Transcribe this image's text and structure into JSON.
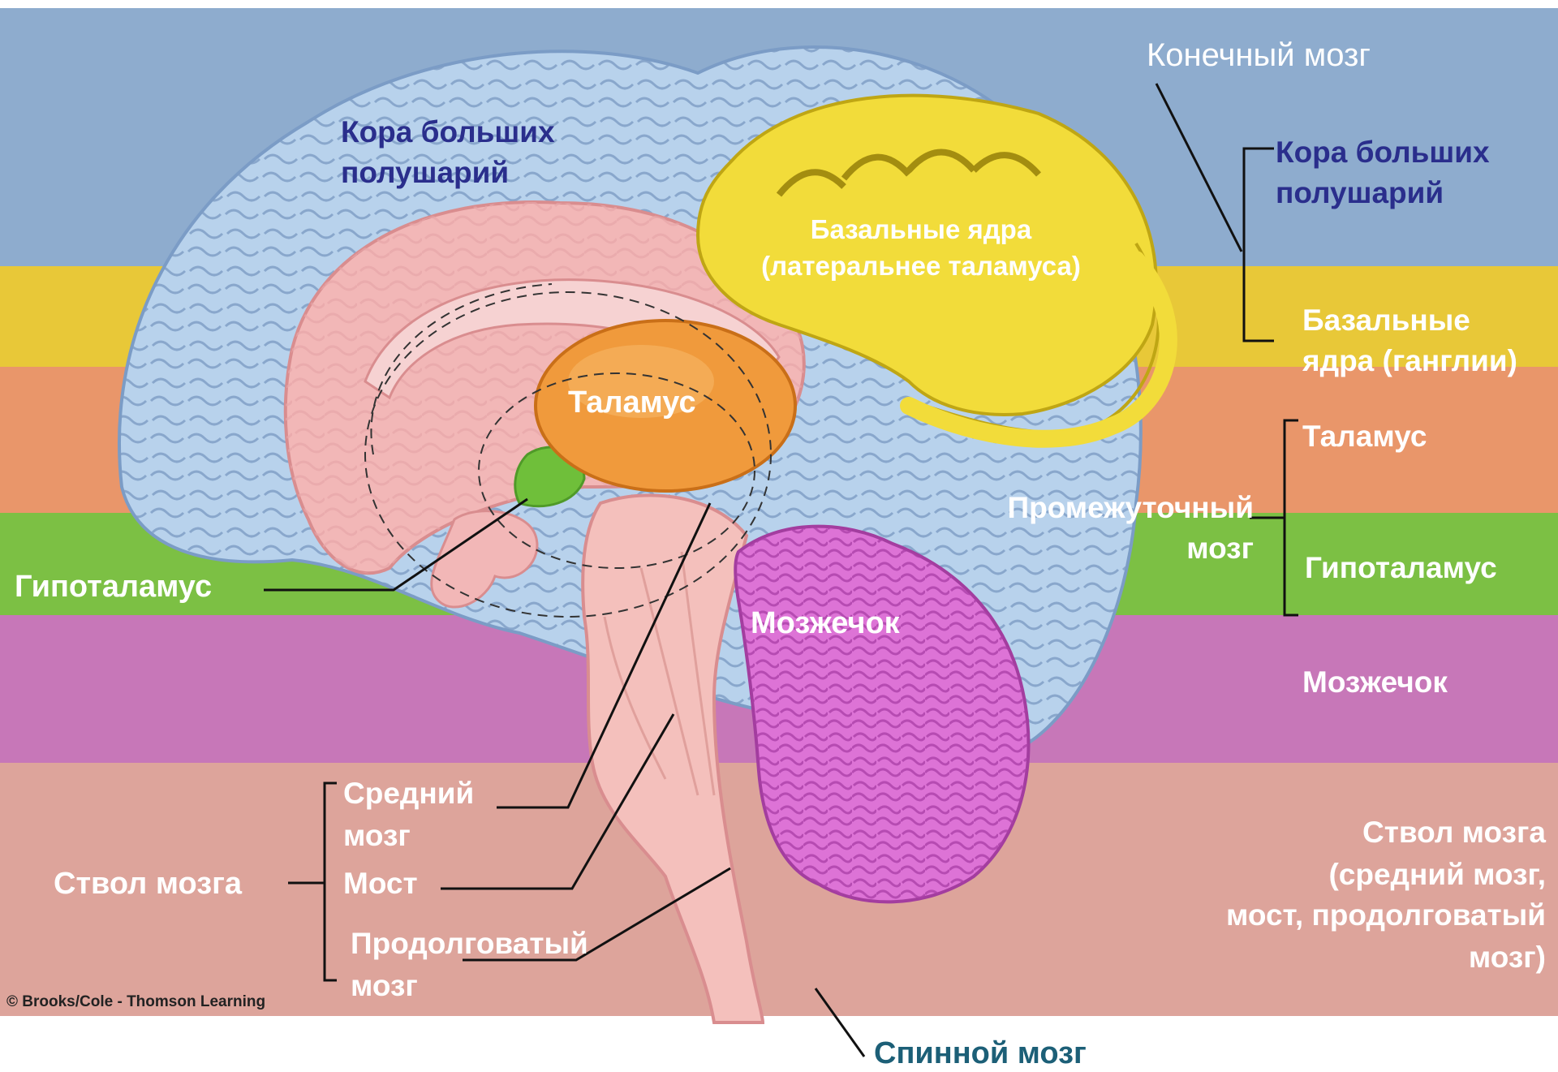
{
  "colors": {
    "band_cortex": "#8eacce",
    "band_basal": "#e8c838",
    "band_thalamus": "#e9966a",
    "band_hypothalamus": "#7cc044",
    "band_cerebellum": "#c777b8",
    "band_brainstem": "#dda49b",
    "label_navy": "#2a2e8c",
    "label_teal": "#1c5f77"
  },
  "labels": {
    "telencephalon": "Конечный мозг",
    "right_cortex_1": "Кора больших",
    "right_cortex_2": "полушарий",
    "right_basal_1": "Базальные",
    "right_basal_2": "ядра (ганглии)",
    "right_thalamus": "Таламус",
    "diencephalon_1": "Промежуточный",
    "diencephalon_2": "мозг",
    "right_hypothalamus": "Гипоталамус",
    "right_cerebellum": "Мозжечок",
    "right_stem_1": "Ствол мозга",
    "right_stem_2": "(средний мозг,",
    "right_stem_3": "мост, продолговатый",
    "right_stem_4": "мозг)",
    "cortex_on_brain_1": "Кора больших",
    "cortex_on_brain_2": "полушарий",
    "basal_on_brain_1": "Базальные ядра",
    "basal_on_brain_2": "(латеральнее таламуса)",
    "thalamus_on_brain": "Таламус",
    "hypothalamus_left": "Гипоталамус",
    "cerebellum_on_brain": "Мозжечок",
    "midbrain_1": "Средний",
    "midbrain_2": "мозг",
    "pons": "Мост",
    "medulla_1": "Продолговатый",
    "medulla_2": "мозг",
    "brainstem_left": "Ствол мозга",
    "spinal_cord": "Спинной мозг",
    "copyright": "© Brooks/Cole - Thomson Learning"
  }
}
